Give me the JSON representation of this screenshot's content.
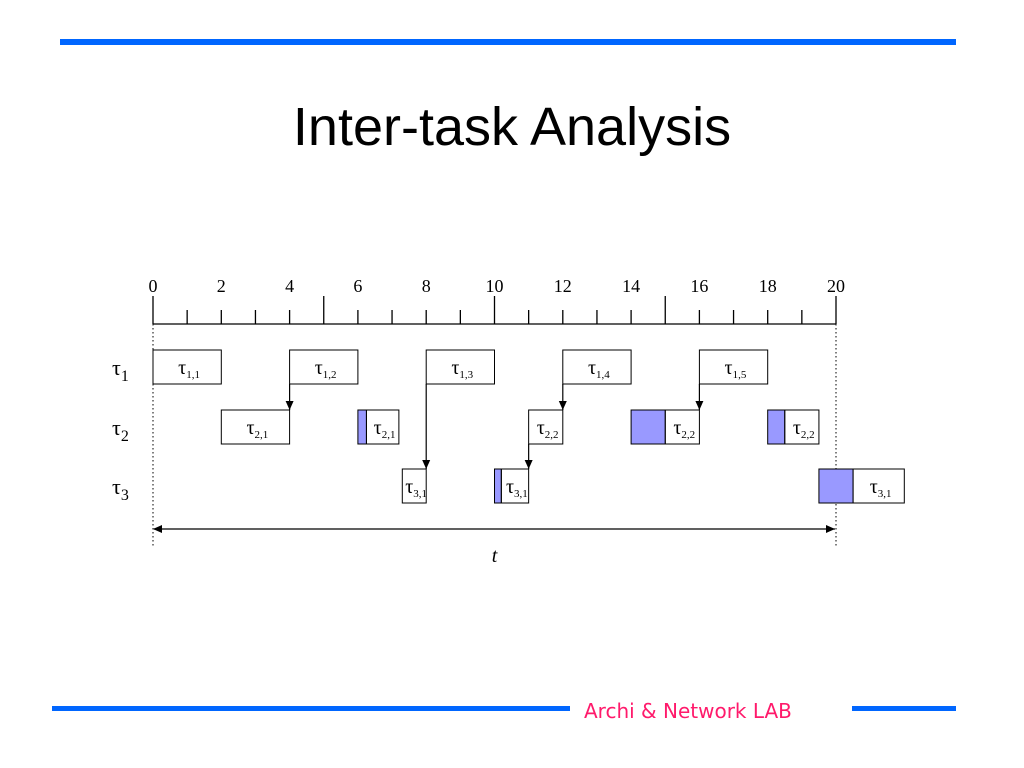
{
  "colors": {
    "accent_line": "#0066ff",
    "preemption_fill": "#9999ff",
    "footer_text": "#ff1a6b",
    "ink": "#000000"
  },
  "slide": {
    "title": "Inter-task Analysis"
  },
  "timeline": {
    "ticks": [
      "0",
      "2",
      "4",
      "6",
      "8",
      "10",
      "12",
      "14",
      "16",
      "18",
      "20"
    ],
    "tick_values": [
      0,
      2,
      4,
      6,
      8,
      10,
      12,
      14,
      16,
      18,
      20
    ],
    "range": [
      0,
      20
    ],
    "axis_label": "t"
  },
  "rows": [
    {
      "id": "tau1",
      "symbol": "τ",
      "index": "1"
    },
    {
      "id": "tau2",
      "symbol": "τ",
      "index": "2"
    },
    {
      "id": "tau3",
      "symbol": "τ",
      "index": "3"
    }
  ],
  "jobs": [
    {
      "row": 0,
      "start": 0,
      "end": 2,
      "preempt_end": null,
      "label_main": "τ",
      "label_sub": "1,1"
    },
    {
      "row": 0,
      "start": 4,
      "end": 6,
      "preempt_end": null,
      "label_main": "τ",
      "label_sub": "1,2"
    },
    {
      "row": 0,
      "start": 8,
      "end": 10,
      "preempt_end": null,
      "label_main": "τ",
      "label_sub": "1,3"
    },
    {
      "row": 0,
      "start": 12,
      "end": 14,
      "preempt_end": null,
      "label_main": "τ",
      "label_sub": "1,4"
    },
    {
      "row": 0,
      "start": 16,
      "end": 18,
      "preempt_end": null,
      "label_main": "τ",
      "label_sub": "1,5"
    },
    {
      "row": 1,
      "start": 2,
      "end": 4,
      "preempt_end": null,
      "label_main": "τ",
      "label_sub": "2,1"
    },
    {
      "row": 1,
      "start": 6,
      "end": 7.2,
      "preempt_end": 6.25,
      "label_main": "τ",
      "label_sub": "2,1"
    },
    {
      "row": 1,
      "start": 11,
      "end": 12,
      "preempt_end": null,
      "label_main": "τ",
      "label_sub": "2,2"
    },
    {
      "row": 1,
      "start": 14,
      "end": 16,
      "preempt_end": 15,
      "label_main": "τ",
      "label_sub": "2,2"
    },
    {
      "row": 1,
      "start": 18,
      "end": 19.5,
      "preempt_end": 18.5,
      "label_main": "τ",
      "label_sub": "2,2"
    },
    {
      "row": 2,
      "start": 7.3,
      "end": 8,
      "preempt_end": null,
      "label_main": "τ",
      "label_sub": "3,1"
    },
    {
      "row": 2,
      "start": 10,
      "end": 11,
      "preempt_end": 10.2,
      "label_main": "τ",
      "label_sub": "3,1"
    },
    {
      "row": 2,
      "start": 19.5,
      "end": 22,
      "preempt_end": 20.5,
      "label_main": "τ",
      "label_sub": "3,1"
    }
  ],
  "arrows": [
    {
      "x": 4,
      "from_row": 0,
      "to_row": 1
    },
    {
      "x": 8,
      "from_row": 0,
      "to_row": 2
    },
    {
      "x": 12,
      "from_row": 0,
      "to_row": 1
    },
    {
      "x": 11,
      "from_row": 1,
      "to_row": 2
    },
    {
      "x": 16,
      "from_row": 0,
      "to_row": 1
    }
  ],
  "footer": {
    "lab_name": "Archi & Network LAB"
  }
}
